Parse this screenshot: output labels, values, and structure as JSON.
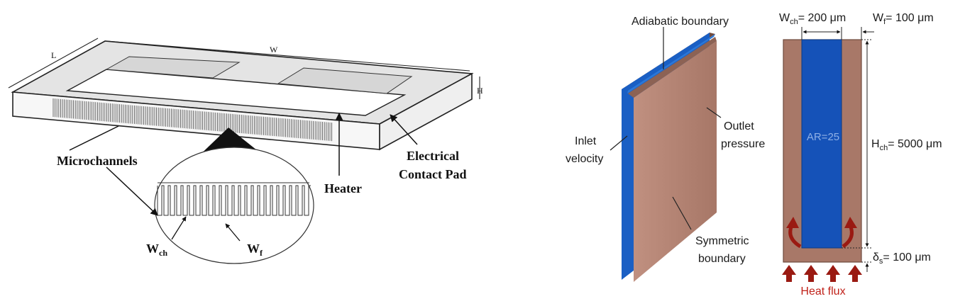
{
  "left_figure": {
    "dim_length": "L",
    "dim_width": "W",
    "dim_height": "H",
    "label_microchannels": "Microchannels",
    "label_heater": "Heater",
    "label_contact_line1": "Electrical",
    "label_contact_line2": "Contact Pad",
    "label_wch": "W",
    "label_wch_sub": "ch",
    "label_wf": "W",
    "label_wf_sub": "f"
  },
  "middle_figure": {
    "label_adiabatic": "Adiabatic boundary",
    "label_inlet_line1": "Inlet",
    "label_inlet_line2": "velocity",
    "label_outlet_line1": "Outlet",
    "label_outlet_line2": "pressure",
    "label_symmetric_line1": "Symmetric",
    "label_symmetric_line2": "boundary"
  },
  "right_figure": {
    "wch_prefix": "W",
    "wch_sub": "ch",
    "wch_value": "= 200 μm",
    "wf_prefix": "W",
    "wf_sub": "f",
    "wf_value": "= 100 μm",
    "ar_label": "AR=25",
    "hch_prefix": "H",
    "hch_sub": "ch",
    "hch_value": "= 5000 μm",
    "ds_prefix": "δ",
    "ds_sub": "s",
    "ds_value": "= 100 μm",
    "heat_flux": "Heat flux"
  },
  "colors": {
    "substrate_brown": "#a87868",
    "fluid_blue": "#1552b8",
    "heat_red": "#9a1a12"
  }
}
